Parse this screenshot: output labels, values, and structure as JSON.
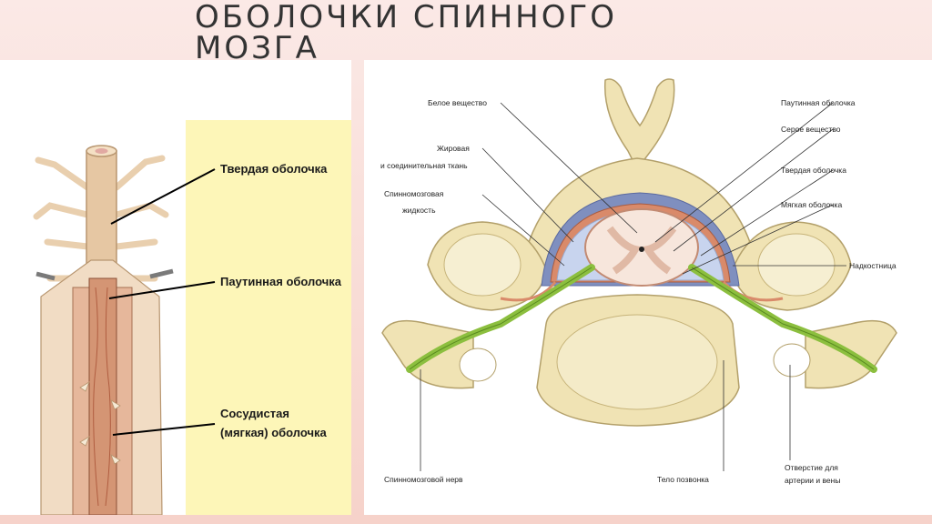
{
  "slide": {
    "title": "ОБОЛОЧКИ СПИННОГО МОЗГА"
  },
  "left_figure": {
    "labels": {
      "dura": "Твердая оболочка",
      "arachnoid": "Паутинная оболочка",
      "pia_line1": "Сосудистая",
      "pia_line2": "(мягкая) оболочка"
    },
    "background_color": "#fdf6b8"
  },
  "right_figure": {
    "labels": {
      "white_matter": "Белое вещество",
      "fat_line1": "Жировая",
      "fat_line2": "и соединительная ткань",
      "csf_line1": "Спинномозговая",
      "csf_line2": "жидкость",
      "arachnoid": "Паутинная оболочка",
      "gray_matter": "Серое вещество",
      "dura": "Твердая оболочка",
      "pia": "Мягкая оболочка",
      "periosteum": "Надкостница",
      "spinal_nerve": "Спинномозговой нерв",
      "vertebral_body": "Тело позвонка",
      "foramen_line1": "Отверстие для",
      "foramen_line2": "артерии и вены"
    },
    "colors": {
      "bone": "#f0e3b4",
      "nerve": "#8cbf3f",
      "dura": "#d98a6a",
      "fat": "#7f8fbf"
    }
  }
}
